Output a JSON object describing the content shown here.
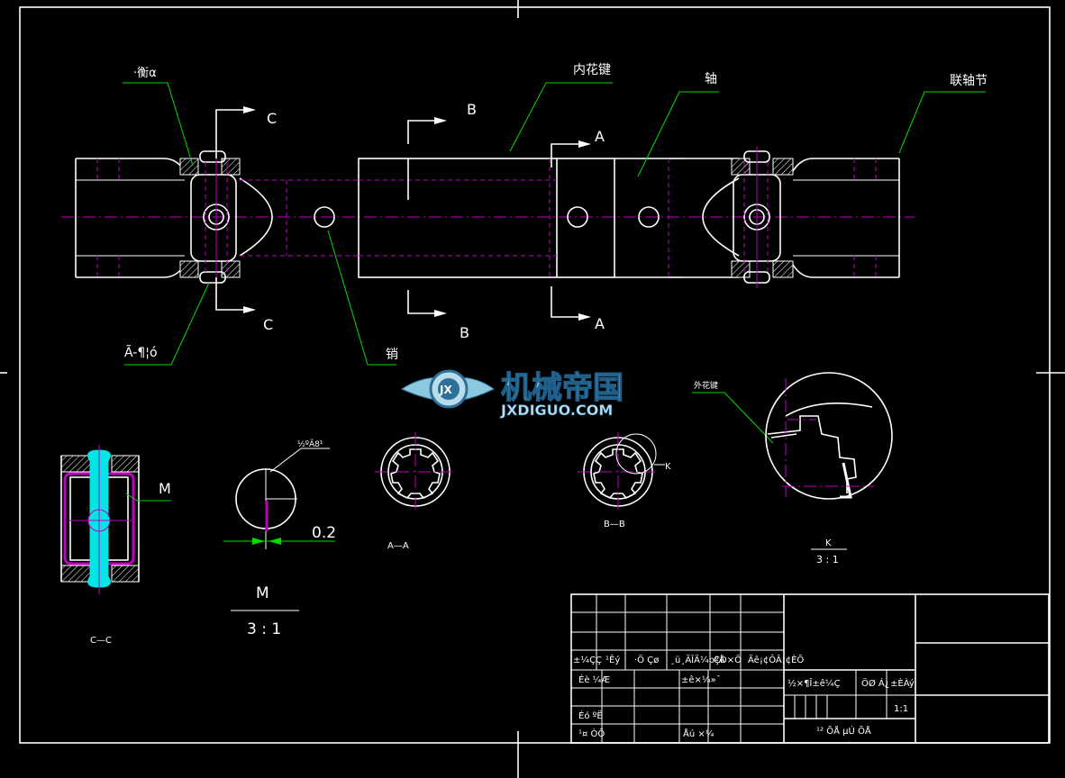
{
  "callouts": {
    "washer": "·衡α",
    "inner_spline": "内花键",
    "shaft": "轴",
    "coupling": "联轴节",
    "bearing": "Ã-¶¦ó",
    "pin": "销",
    "outer_spline": "外花键",
    "radius_note": "½ºÃ8¹",
    "detail_k_marker": "K"
  },
  "section_markers": {
    "c_top": "C",
    "c_bottom": "C",
    "b_top": "B",
    "b_bottom": "B",
    "a_top": "A",
    "a_bottom": "A",
    "m_marker": "M"
  },
  "views": {
    "cc_label": "C—C",
    "aa_label": "A—A",
    "bb_label": "B—B",
    "m_view_name": "M",
    "m_view_scale": "3 : 1",
    "k_view_name": "K",
    "k_view_scale": "3 : 1",
    "dimension_value": "0.2"
  },
  "watermark": {
    "logo_text": "机械帝国",
    "url": "JXDIGUO.COM",
    "badge": "JX"
  },
  "title_block": {
    "row_labels": [
      "±¼ÇÇ",
      "¹Êý",
      "·Ö Çø",
      "¸ü¸ÄÎÄ¼þºÅ",
      "ÇÐ×Ö",
      "Äê¡¢ÔÂ¡¢ÈÕ"
    ],
    "design": "Éè ¼Æ",
    "standardize": "±ê×¼»¯",
    "review": "Éó ºË",
    "craft": "¹¤ ÒÕ",
    "approve": "Åú ×¼",
    "stage_mark": "½×¶Î±ê¼Ç",
    "weight": "ÖØ Á¿",
    "scale_label": "±ÈÀý",
    "scale_value": "1:1",
    "sheets": "¹²    ÕÅ  µÚ    ÕÅ"
  },
  "colors": {
    "background": "#000000",
    "outline": "#ffffff",
    "centerline": "#c000c0",
    "leader": "#00dd00",
    "highlight": "#00e5e5"
  }
}
